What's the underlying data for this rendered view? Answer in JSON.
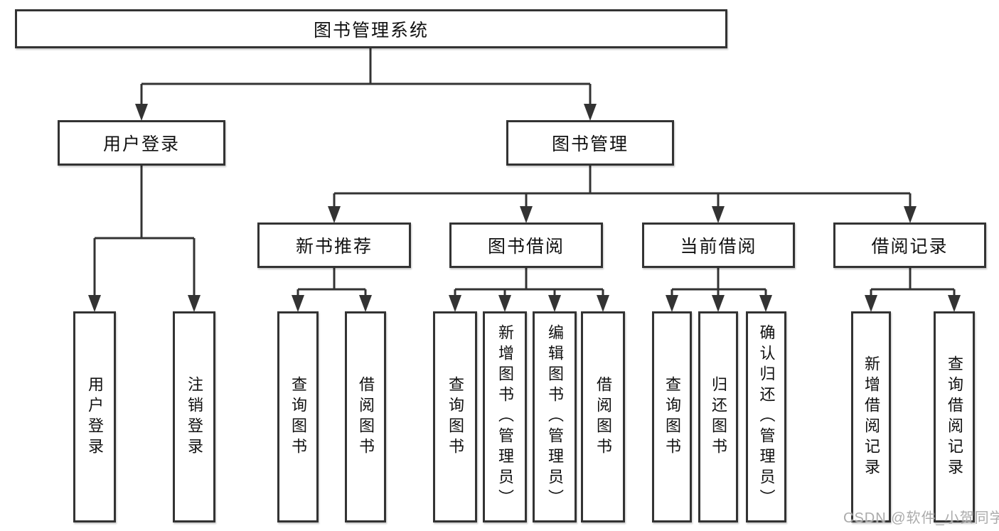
{
  "tree": {
    "root": {
      "label": "图书管理系统"
    },
    "branches": [
      {
        "label": "用户登录",
        "children": [
          {
            "label": "用户登录"
          },
          {
            "label": "注销登录"
          }
        ]
      },
      {
        "label": "图书管理",
        "children": [
          {
            "label": "新书推荐",
            "children": [
              {
                "label": "查询图书"
              },
              {
                "label": "借阅图书"
              }
            ]
          },
          {
            "label": "图书借阅",
            "children": [
              {
                "label": "查询图书"
              },
              {
                "label": "新增图书（管理员）"
              },
              {
                "label": "编辑图书（管理员）"
              },
              {
                "label": "借阅图书"
              }
            ]
          },
          {
            "label": "当前借阅",
            "children": [
              {
                "label": "查询图书"
              },
              {
                "label": "归还图书"
              },
              {
                "label": "确认归还（管理员）"
              }
            ]
          },
          {
            "label": "借阅记录",
            "children": [
              {
                "label": "新增借阅记录"
              },
              {
                "label": "查询借阅记录"
              }
            ]
          }
        ]
      }
    ]
  },
  "watermark": {
    "text": "CSDN @软件_小贺同学"
  },
  "colors": {
    "line": "#333333",
    "box_border": "#333333",
    "text": "#111111",
    "watermark": "#ababab"
  }
}
